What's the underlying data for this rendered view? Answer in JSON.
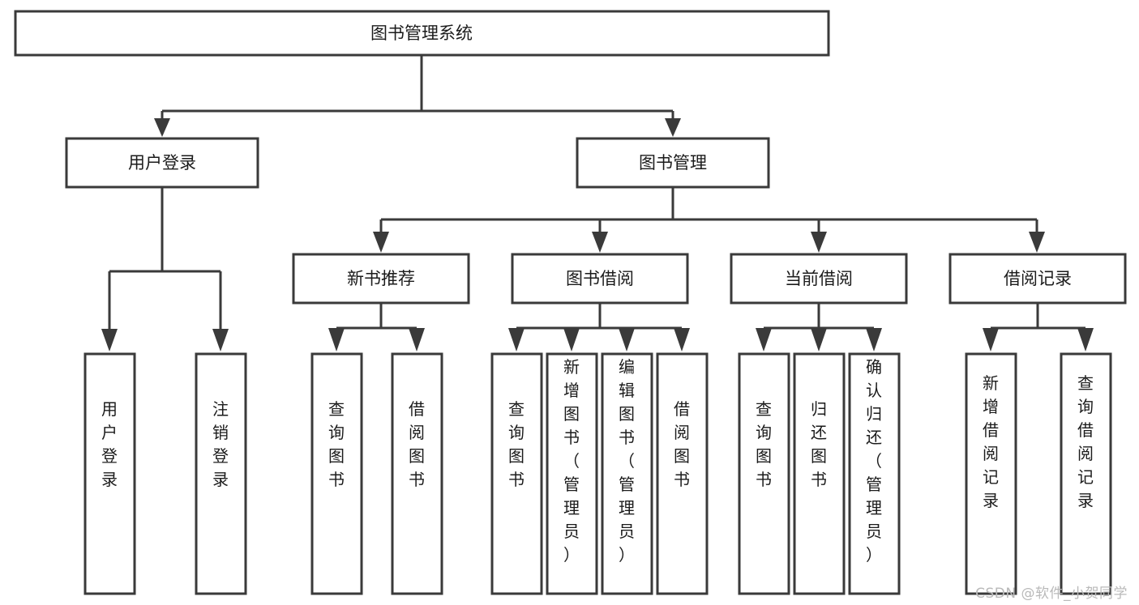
{
  "diagram": {
    "title": "图书管理系统",
    "watermark": "CSDN @软件_小贺同学",
    "colors": {
      "stroke": "#3a3a3a",
      "node_fill": "#ffffff",
      "text": "#1b1b1b",
      "background": "#ffffff",
      "watermark": "#b9b9b9"
    },
    "root": {
      "label": "图书管理系统"
    },
    "level2": [
      {
        "id": "user-login",
        "label": "用户登录"
      },
      {
        "id": "book-management",
        "label": "图书管理"
      }
    ],
    "level3": [
      {
        "id": "new-book-recommend",
        "label": "新书推荐",
        "parent": "book-management"
      },
      {
        "id": "book-borrow",
        "label": "图书借阅",
        "parent": "book-management"
      },
      {
        "id": "current-borrow",
        "label": "当前借阅",
        "parent": "book-management"
      },
      {
        "id": "borrow-record",
        "label": "借阅记录",
        "parent": "book-management"
      }
    ],
    "leaves": [
      {
        "id": "leaf-user-login",
        "label": "用户登录",
        "parent": "user-login"
      },
      {
        "id": "leaf-user-logout",
        "label": "注销登录",
        "parent": "user-login"
      },
      {
        "id": "leaf-query-book-1",
        "label": "查询图书",
        "parent": "new-book-recommend"
      },
      {
        "id": "leaf-borrow-book-1",
        "label": "借阅图书",
        "parent": "new-book-recommend"
      },
      {
        "id": "leaf-query-book-2",
        "label": "查询图书",
        "parent": "book-borrow"
      },
      {
        "id": "leaf-add-book",
        "label": "新增图书（管理员）",
        "parent": "book-borrow"
      },
      {
        "id": "leaf-edit-book",
        "label": "编辑图书（管理员）",
        "parent": "book-borrow"
      },
      {
        "id": "leaf-borrow-book-2",
        "label": "借阅图书",
        "parent": "book-borrow"
      },
      {
        "id": "leaf-query-book-3",
        "label": "查询图书",
        "parent": "current-borrow"
      },
      {
        "id": "leaf-return-book",
        "label": "归还图书",
        "parent": "current-borrow"
      },
      {
        "id": "leaf-confirm-return",
        "label": "确认归还（管理员）",
        "parent": "current-borrow"
      },
      {
        "id": "leaf-add-record",
        "label": "新增借阅记录",
        "parent": "borrow-record"
      },
      {
        "id": "leaf-query-record",
        "label": "查询借阅记录",
        "parent": "borrow-record"
      }
    ]
  }
}
